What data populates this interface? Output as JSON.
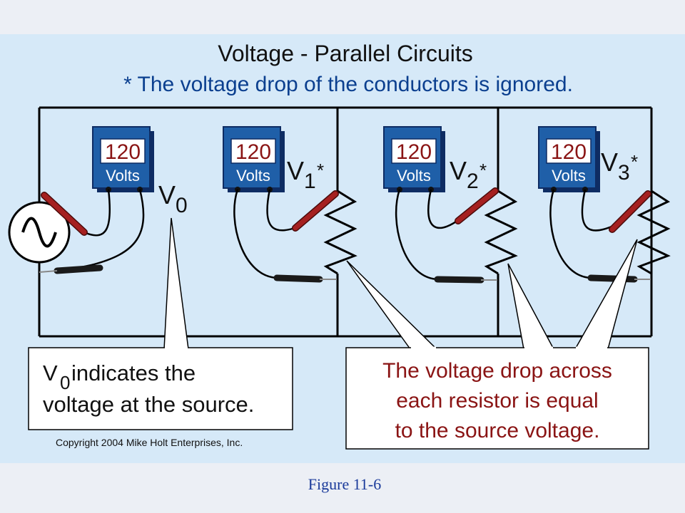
{
  "title": "Voltage - Parallel Circuits",
  "subtitle": "* The voltage drop of the conductors is ignored.",
  "meters": [
    {
      "reading": "120",
      "unit": "Volts"
    },
    {
      "reading": "120",
      "unit": "Volts"
    },
    {
      "reading": "120",
      "unit": "Volts"
    },
    {
      "reading": "120",
      "unit": "Volts"
    }
  ],
  "labels": {
    "v0": {
      "symbol": "V",
      "sub": "0"
    },
    "v1": {
      "symbol": "V",
      "sub": "1",
      "star": "*"
    },
    "v2": {
      "symbol": "V",
      "sub": "2",
      "star": "*"
    },
    "v3": {
      "symbol": "V",
      "sub": "3",
      "star": "*"
    }
  },
  "note_left": {
    "symbol": "V",
    "sub": "0",
    "line1_rest": " indicates the",
    "line2": "voltage at the source."
  },
  "note_right": {
    "line1": "The voltage drop across",
    "line2": "each resistor is equal",
    "line3": "to the source voltage."
  },
  "copyright": "Copyright 2004  Mike Holt Enterprises, Inc.",
  "figure_caption": "Figure 11-6",
  "colors": {
    "panel": "#d6e9f8",
    "meter_body": "#1f5fa8",
    "probe_red": "#a52020",
    "probe_black": "#1a1a1a",
    "text_red": "#8a1414",
    "subtitle_blue": "#0b3f8f"
  }
}
